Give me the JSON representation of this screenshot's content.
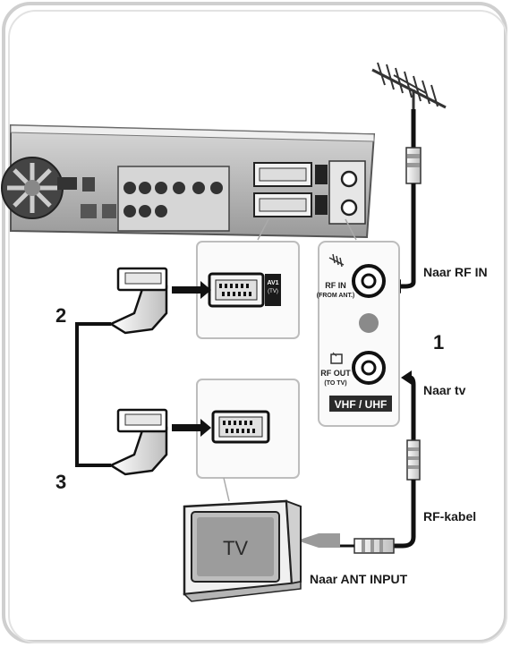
{
  "labels": {
    "rf_in": "Naar RF IN",
    "to_tv": "Naar tv",
    "rf_cable": "RF-kabel",
    "ant_input": "Naar ANT INPUT"
  },
  "steps": {
    "one": "1",
    "two": "2",
    "three": "3"
  },
  "panel": {
    "rf_in_line1": "RF IN",
    "rf_in_line2": "(FROM ANT.)",
    "rf_out_line1": "RF OUT",
    "rf_out_line2": "(TO TV)",
    "band": "VHF / UHF"
  },
  "scart": {
    "label_line1": "AV1",
    "label_line2": "(TV)"
  },
  "tv": {
    "screen_text": "TV"
  },
  "colors": {
    "frame_gray": "#c9c9c9",
    "line_dark": "#1a1a1a",
    "band_bg": "#2b2b2b"
  }
}
